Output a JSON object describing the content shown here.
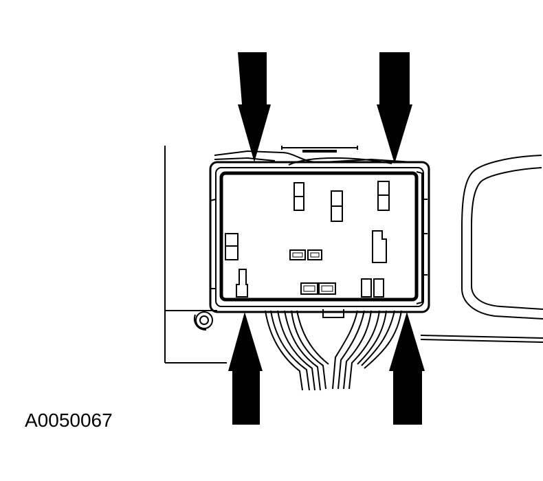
{
  "figure": {
    "id_label": "A0050067"
  },
  "colors": {
    "ink": "#000000",
    "paper": "#ffffff"
  },
  "arrows": [
    {
      "name": "arrow-top-left",
      "direction": "down"
    },
    {
      "name": "arrow-top-right",
      "direction": "down"
    },
    {
      "name": "arrow-bottom-left",
      "direction": "up"
    },
    {
      "name": "arrow-bottom-right",
      "direction": "up"
    }
  ]
}
